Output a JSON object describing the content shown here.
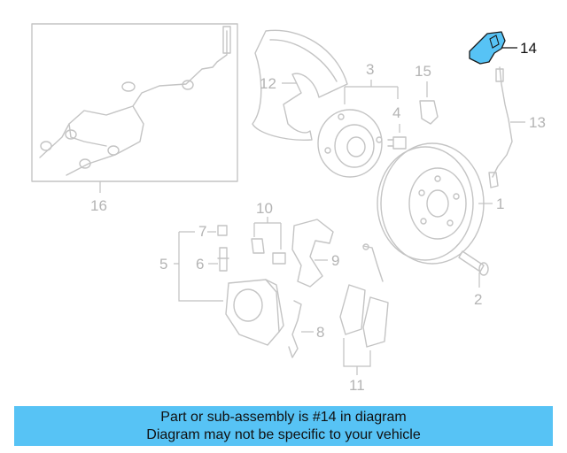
{
  "highlight_color": "#57c3f5",
  "banner": {
    "line1": "Part or sub-assembly is #14 in diagram",
    "line2": "Diagram may not be specific to your vehicle"
  },
  "callouts": {
    "c1": "1",
    "c2": "2",
    "c3": "3",
    "c4": "4",
    "c5": "5",
    "c6": "6",
    "c7": "7",
    "c8": "8",
    "c9": "9",
    "c10": "10",
    "c11": "11",
    "c12": "12",
    "c13": "13",
    "c14": "14",
    "c15": "15",
    "c16": "16"
  },
  "highlighted_part": "14"
}
